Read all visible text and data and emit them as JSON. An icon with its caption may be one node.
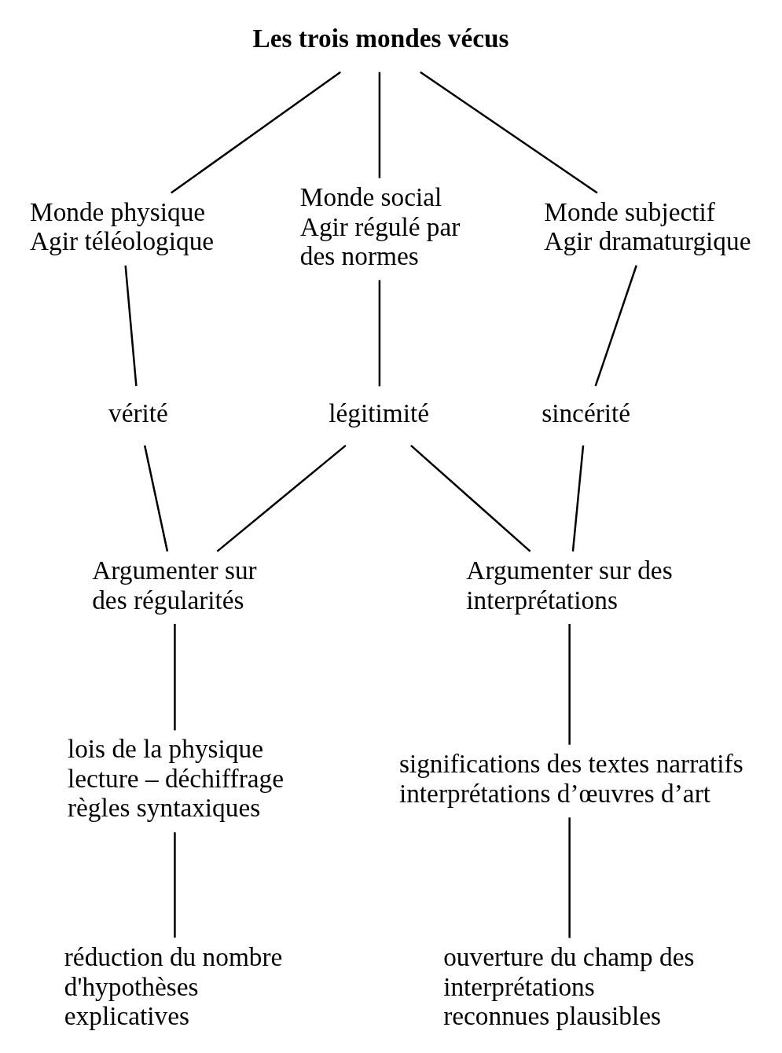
{
  "diagram": {
    "nodes": [
      {
        "text": [
          "Les trois mondes vécus"
        ]
      },
      {
        "text": [
          "Monde physique",
          "Agir téléologique"
        ]
      },
      {
        "text": [
          "Monde social",
          "Agir régulé par des normes"
        ]
      },
      {
        "text": [
          "Monde subjectif",
          "Agir dramaturgique"
        ]
      },
      {
        "text": [
          "vérité"
        ]
      },
      {
        "text": [
          "légitimité"
        ]
      },
      {
        "text": [
          "sincérité"
        ]
      },
      {
        "text": [
          "Argumenter sur des régularités"
        ]
      },
      {
        "text": [
          "Argumenter sur des interprétations"
        ]
      },
      {
        "text": [
          "lois de la physique",
          "lecture – déchiffrage",
          "règles syntaxiques"
        ]
      },
      {
        "text": [
          "significations des textes narratifs",
          "interprétations d’œuvres d’art"
        ]
      },
      {
        "text": [
          "réduction du nombre d'hypothèses explicatives"
        ]
      },
      {
        "text": [
          "ouverture du champ des interprétations reconnues plausibles"
        ]
      }
    ],
    "edges": [
      {
        "from": 0,
        "to": 1,
        "arrow": "none"
      },
      {
        "from": 0,
        "to": 2,
        "arrow": "none"
      },
      {
        "from": 0,
        "to": 3,
        "arrow": "none"
      },
      {
        "from": 1,
        "to": 4,
        "arrow": "none"
      },
      {
        "from": 2,
        "to": 5,
        "arrow": "none"
      },
      {
        "from": 3,
        "to": 6,
        "arrow": "none"
      },
      {
        "from": 4,
        "to": 7,
        "arrow": "none"
      },
      {
        "from": 5,
        "to": 7,
        "arrow": "none"
      },
      {
        "from": 5,
        "to": 8,
        "arrow": "none"
      },
      {
        "from": 6,
        "to": 8,
        "arrow": "none"
      },
      {
        "from": 7,
        "to": 9,
        "arrow": "none"
      },
      {
        "from": 8,
        "to": 10,
        "arrow": "none"
      },
      {
        "from": 9,
        "to": 11,
        "arrow": "none"
      },
      {
        "from": 10,
        "to": 12,
        "arrow": "none"
      }
    ]
  }
}
